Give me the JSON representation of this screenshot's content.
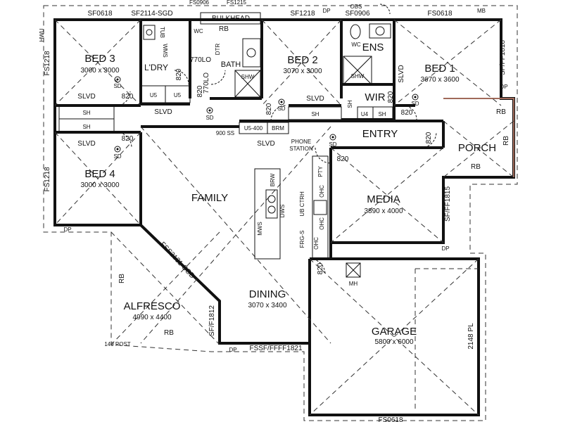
{
  "rooms": {
    "bed3": {
      "name": "BED 3",
      "dim": "3000 x 3000"
    },
    "ldry": {
      "name": "L'DRY"
    },
    "bath": {
      "name": "BATH"
    },
    "bed2": {
      "name": "BED 2",
      "dim": "3070 x 3000"
    },
    "ens": {
      "name": "ENS"
    },
    "bed1": {
      "name": "BED 1",
      "dim": "3670 x 3600"
    },
    "wir": {
      "name": "WIR"
    },
    "entry": {
      "name": "ENTRY"
    },
    "porch": {
      "name": "PORCH"
    },
    "bed4": {
      "name": "BED 4",
      "dim": "3000 x 3000"
    },
    "family": {
      "name": "FAMILY"
    },
    "media": {
      "name": "MEDIA",
      "dim": "3890 x 4000"
    },
    "dining": {
      "name": "DINING",
      "dim": "3070 x 3400"
    },
    "alfresco": {
      "name": "ALFRESCO",
      "dim": "4990 x 4400"
    },
    "garage": {
      "name": "GARAGE",
      "dim": "5800 x 6000"
    }
  },
  "windows": {
    "sf0618_a": "SF0618",
    "sf2114": "SF2114-SGD",
    "fs0906_top": "FS0906",
    "fs1215": "FS1215",
    "sf1218": "SF1218",
    "obs": "OBS",
    "sf0906": "SF0906",
    "fs0618": "FS0618",
    "mb": "MB",
    "fs1218_a": "FS1218",
    "fs1218_b": "FS1218",
    "sfff1818": "SF/FF1818",
    "sfff1815": "SF/FF1815",
    "fss2131": "FSS2131-SGD",
    "sff1812": "SF/F1812",
    "fssf": "FSSF/FFFF1821",
    "fs0618_b": "FS0618",
    "pl2148": "2148 PL"
  },
  "fixtures": {
    "bulkhead": "BULKHEAD",
    "rb1": "RB",
    "wc1": "WC",
    "wc2": "WC",
    "tub": "TUB",
    "wms": "WMS",
    "dtr": "DTR",
    "lo770a": "770LO",
    "lo770b": "770LO",
    "shw1": "SHW",
    "shw2": "SHW",
    "u5a": "U5",
    "u5b": "U5",
    "slvd_bed3": "SLVD",
    "slvd_ldry": "SLVD",
    "slvd_bed2": "SLVD",
    "slvd_bed1": "SLVD",
    "slvd_hall": "SLVD",
    "slvd_bed4": "SLVD",
    "sh1": "SH",
    "sh2": "SH",
    "sh3": "SH",
    "sh4": "SH",
    "sh5": "SH",
    "u4": "U4",
    "u5_400": "U5-400",
    "brm": "BRM",
    "ss900": "900 SS",
    "phone": "PHONE",
    "station": "STATION",
    "pty": "PTY",
    "ohc1": "OHC",
    "ohc2": "OHC",
    "ohc3": "OHC",
    "ub": "UB",
    "ct": "CT",
    "rh": "RH",
    "frgs": "FRG-S",
    "brw": "BRW",
    "dws": "DWS",
    "mws": "MWS",
    "mh": "MH",
    "rb_porch1": "RB",
    "rb_porch2": "RB",
    "rb_porch3": "RB",
    "rb_alf1": "RB",
    "rb_alf2": "RB",
    "post": "140 POST",
    "hwu": "HWU",
    "dp1": "DP",
    "dp2": "DP",
    "dp3": "DP",
    "dp4": "DP",
    "dp5": "DP"
  },
  "doors": {
    "d1": "820",
    "d2": "820",
    "d3": "820",
    "d4": "820",
    "d5": "820",
    "d6": "820",
    "d7": "820",
    "d8": "820",
    "d9": "820",
    "d10": "820"
  },
  "sd": {
    "s1": "SD",
    "s2": "SD",
    "s3": "SD",
    "s4": "SD",
    "s5": "SD",
    "s6": "SD"
  }
}
